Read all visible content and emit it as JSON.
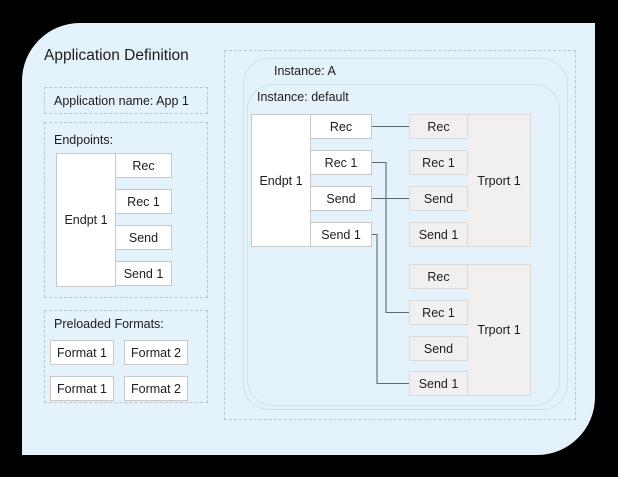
{
  "diagram": {
    "title": "Application Definition",
    "background_color": "#e3f2fb",
    "canvas_background": "#000000"
  },
  "app_definition": {
    "title": "Application Definition",
    "application_name_row": "Application name: App 1",
    "endpoints": {
      "label": "Endpoints:",
      "endpoint_name": "Endpt 1",
      "operations": [
        "Rec",
        "Rec 1",
        "Send",
        "Send 1"
      ]
    },
    "preloaded_formats": {
      "label": "Preloaded Formats:",
      "rows": [
        [
          "Format 1",
          "Format 2"
        ],
        [
          "Format 1",
          "Format 2"
        ]
      ]
    }
  },
  "instances": {
    "outer_label": "Instance: A",
    "inner_label": "Instance: default",
    "endpoint_name": "Endpt 1",
    "endpoint_operations": [
      "Rec",
      "Rec 1",
      "Send",
      "Send 1"
    ],
    "transports": [
      {
        "name": "Trport 1",
        "operations": [
          "Rec",
          "Rec 1",
          "Send",
          "Send 1"
        ]
      },
      {
        "name": "Trport 1",
        "operations": [
          "Rec",
          "Rec 1",
          "Send",
          "Send 1"
        ]
      }
    ],
    "connections": [
      {
        "from": "Rec",
        "to_transport": 1,
        "to_operation": "Rec"
      },
      {
        "from": "Rec 1",
        "to_transport": 2,
        "to_operation": "Rec 1"
      },
      {
        "from": "Send",
        "to_transport": 1,
        "to_operation": "Send"
      },
      {
        "from": "Send 1",
        "to_transport": 2,
        "to_operation": "Send 1"
      }
    ]
  },
  "colors": {
    "panel": "#e3f2fb",
    "white_box": "#ffffff",
    "gray_box": "#f2f0ef",
    "dashed_border": "#b9c7ce",
    "connector": "#5a6b72"
  }
}
